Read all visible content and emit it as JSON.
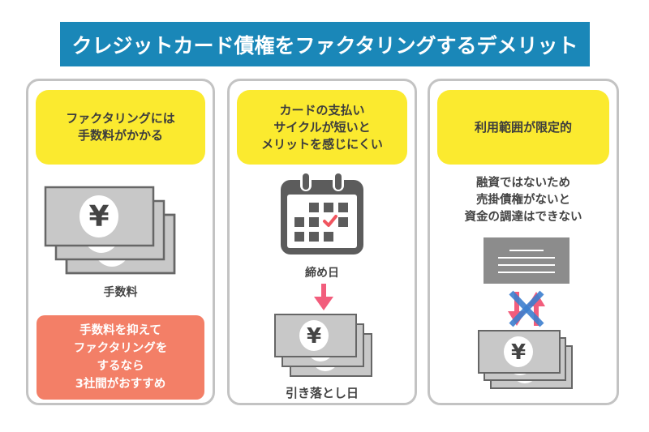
{
  "title": "クレジットカード債権をファクタリングするデメリット",
  "colors": {
    "title_bg": "#1a87b8",
    "yellow": "#fbea2f",
    "orange": "#f37f67",
    "card_border": "#c3c3c3",
    "bill_fill": "#c8c8c8",
    "bill_border": "#666666",
    "pink": "#f25d7c",
    "blue": "#3d7fcf"
  },
  "cards": [
    {
      "heading": "ファクタリングには\n手数料がかかる",
      "icon": "yen-bills-icon",
      "icon_label": "手数料",
      "yen_symbol": "¥",
      "recommendation": "手数料を抑えて\nファクタリングを\nするなら\n3社間がおすすめ"
    },
    {
      "heading": "カードの支払い\nサイクルが短いと\nメリットを感じにくい",
      "icon": "calendar-check-icon",
      "calendar_label": "締め日",
      "arrow": "arrow-down-icon",
      "yen_symbol": "¥",
      "bills_label": "引き落とし日"
    },
    {
      "heading": "利用範囲が限定的",
      "description": "融資ではないため\n売掛債権がないと\n資金の調達はできない",
      "icons": [
        "document-icon",
        "crossed-exchange-icon",
        "yen-bills-icon"
      ],
      "yen_symbol": "¥"
    }
  ]
}
